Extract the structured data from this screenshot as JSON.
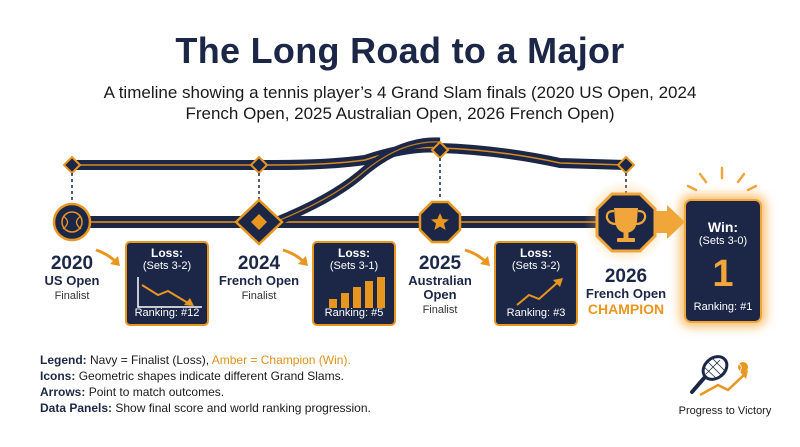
{
  "title": "The Long Road to a Major",
  "subtitle": "A timeline showing a tennis player’s 4 Grand Slam finals (2020 US Open, 2024 French Open, 2025 Australian Open, 2026 French Open)",
  "colors": {
    "navy": "#1c2748",
    "amber": "#e8961e",
    "glow": "#f5b048"
  },
  "milestones": [
    {
      "year": "2020",
      "event": "US Open",
      "role": "Finalist",
      "icon": "tennis-ball-icon"
    },
    {
      "year": "2024",
      "event": "French Open",
      "role": "Finalist",
      "icon": "diamond-icon"
    },
    {
      "year": "2025",
      "event": "Australian Open",
      "role": "Finalist",
      "icon": "star-icon"
    },
    {
      "year": "2026",
      "event": "French Open",
      "role": "CHAMPION",
      "icon": "trophy-icon"
    }
  ],
  "panels": [
    {
      "result": "Loss:",
      "score": "(Sets 3-2)",
      "ranking": "Ranking: #12",
      "trend": "down"
    },
    {
      "result": "Loss:",
      "score": "(Sets 3-1)",
      "ranking": "Ranking: #5",
      "trend": "bars-up"
    },
    {
      "result": "Loss:",
      "score": "(Sets 3-2)",
      "ranking": "Ranking: #3",
      "trend": "up"
    }
  ],
  "win_panel": {
    "result": "Win:",
    "score": "(Sets 3-0)",
    "number": "1",
    "ranking": "Ranking: #1"
  },
  "legend": [
    {
      "key": "Legend:",
      "text": "Navy = Finalist (Loss), ",
      "accent": "Amber = Champion (Win)."
    },
    {
      "key": "Icons:",
      "text": "Geometric shapes indicate different Grand Slams."
    },
    {
      "key": "Arrows:",
      "text": "Point to match outcomes."
    },
    {
      "key": "Data Panels:",
      "text": "Show final score and world ranking progression."
    }
  ],
  "progress_label": "Progress to Victory"
}
